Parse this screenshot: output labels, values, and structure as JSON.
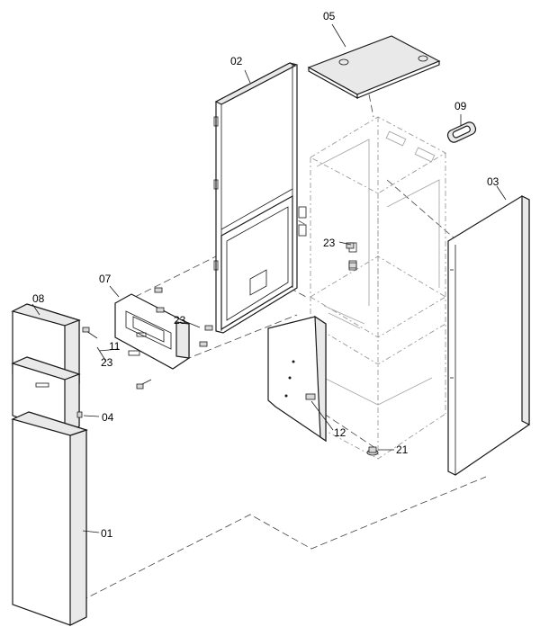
{
  "callouts": {
    "c01": "01",
    "c02": "02",
    "c03": "03",
    "c04": "04",
    "c05": "05",
    "c07": "07",
    "c08": "08",
    "c09": "09",
    "c11": "11",
    "c12": "12",
    "c21": "21",
    "c23a": "23",
    "c23b": "23",
    "c23c": "23"
  }
}
